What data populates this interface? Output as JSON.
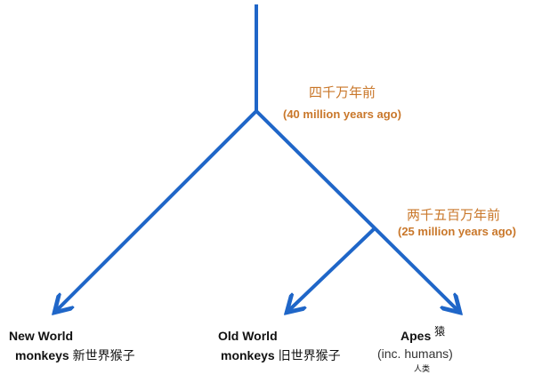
{
  "colors": {
    "branch": "#1f66c8",
    "time_label": "#c9772a",
    "text": "#111111"
  },
  "nodes": {
    "root_split": {
      "label_zh": "四千万年前",
      "label_en": "(40 million years  ago)"
    },
    "catarrhine_split": {
      "label_zh": "两千五百万年前",
      "label_en": "(25 million years ago)"
    }
  },
  "leaves": [
    {
      "line1": "New World",
      "line2_en": "monkeys",
      "line2_zh": "新世界猴子"
    },
    {
      "line1": "Old World",
      "line2_en": "monkeys",
      "line2_zh": "旧世界猴子"
    },
    {
      "line1": "Apes",
      "line1_zh": "猿",
      "line2_en": "(inc. humans)",
      "line3_zh": "人类"
    }
  ]
}
